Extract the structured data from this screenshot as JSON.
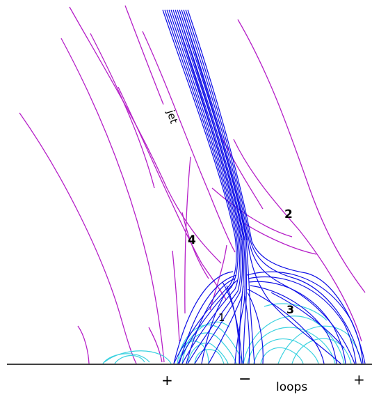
{
  "labels": {
    "jet": "jet",
    "region_1": "1",
    "region_2": "2",
    "region_3": "3",
    "region_4": "4",
    "loops": "loops",
    "polarity_left": "+",
    "polarity_mid": "−",
    "polarity_right": "+"
  },
  "colors": {
    "open_field_lines": "#b620c8",
    "jet_field_lines": "#1010e6",
    "closed_loops": "#3ad2e0",
    "baseline": "#000000",
    "text": "#000000",
    "background": "#ffffff"
  }
}
